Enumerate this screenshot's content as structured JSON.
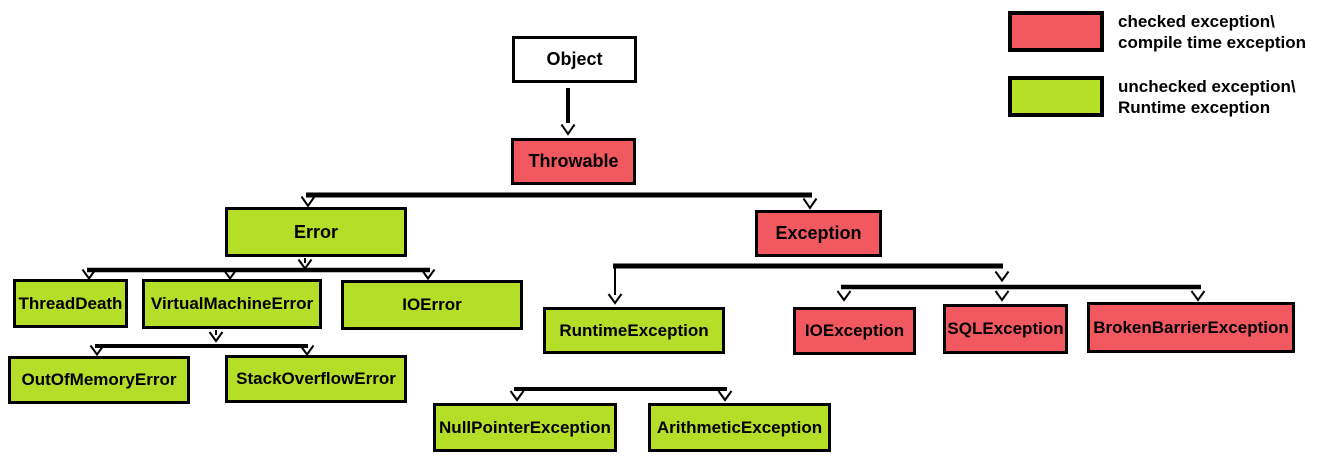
{
  "colors": {
    "checked": "#f2585f",
    "unchecked": "#b4de27",
    "neutral": "#ffffff",
    "line": "#000000"
  },
  "nodes": {
    "object": {
      "label": "Object",
      "type": "neutral"
    },
    "throwable": {
      "label": "Throwable",
      "type": "checked"
    },
    "error": {
      "label": "Error",
      "type": "unchecked"
    },
    "exception": {
      "label": "Exception",
      "type": "checked"
    },
    "threadDeath": {
      "label": "ThreadDeath",
      "type": "unchecked"
    },
    "virtualMachineError": {
      "label": "VirtualMachineError",
      "type": "unchecked"
    },
    "ioError": {
      "label": "IOError",
      "type": "unchecked"
    },
    "outOfMemoryError": {
      "label": "OutOfMemoryError",
      "type": "unchecked"
    },
    "stackOverflowError": {
      "label": "StackOverflowError",
      "type": "unchecked"
    },
    "runtimeException": {
      "label": "RuntimeException",
      "type": "unchecked"
    },
    "ioException": {
      "label": "IOException",
      "type": "checked"
    },
    "sqlException": {
      "label": "SQLException",
      "type": "checked"
    },
    "brokenBarrierException": {
      "label": "BrokenBarrierException",
      "type": "checked"
    },
    "nullPointerException": {
      "label": "NullPointerException",
      "type": "unchecked"
    },
    "arithmeticException": {
      "label": "ArithmeticException",
      "type": "unchecked"
    }
  },
  "legend": {
    "checked": {
      "type": "checked",
      "line1": "checked exception\\",
      "line2": "compile time exception"
    },
    "unchecked": {
      "type": "unchecked",
      "line1": "unchecked exception\\",
      "line2": "Runtime exception"
    }
  }
}
